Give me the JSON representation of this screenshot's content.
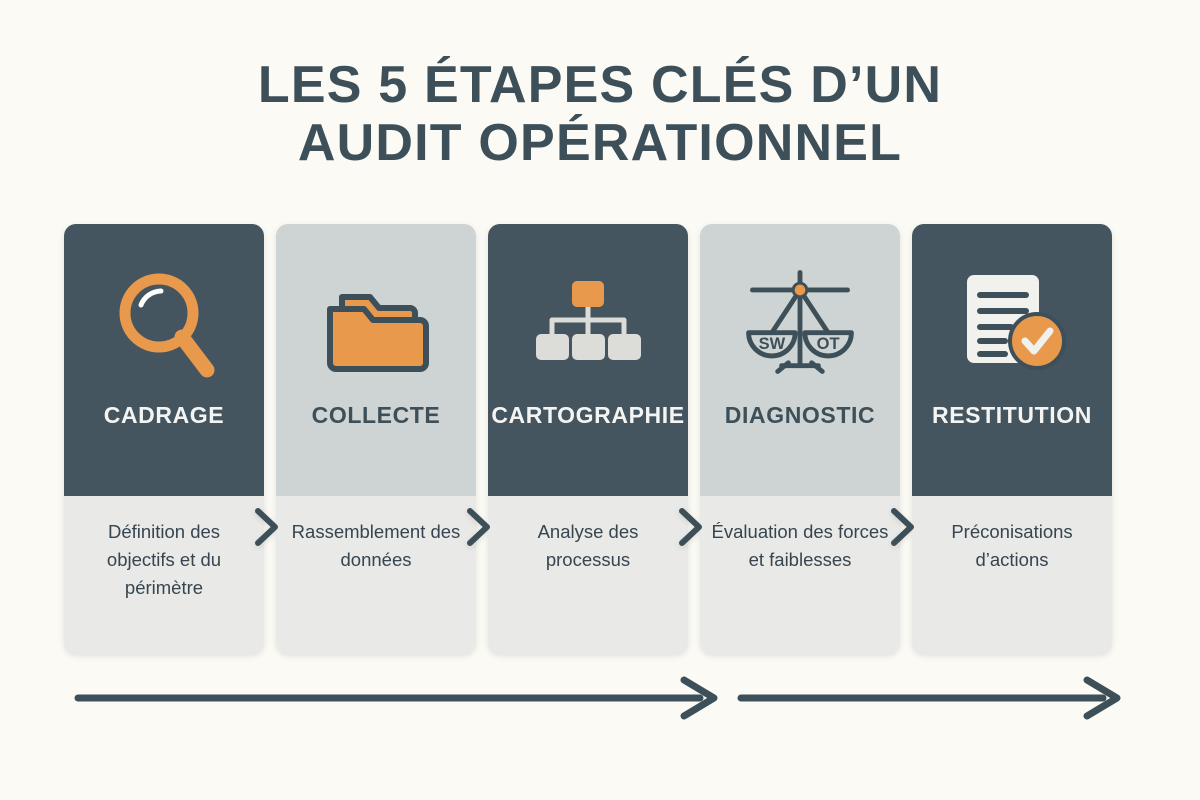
{
  "page": {
    "background_color": "#fbfaf5",
    "dark_color": "#445560",
    "light_color": "#ced4d4",
    "panel_color": "#e9e9e7",
    "accent_color": "#e8994c",
    "text_dark": "#3d4f58"
  },
  "title": {
    "line1": "LES 5 ÉTAPES CLÉS D’UN",
    "line2": "AUDIT OPÉRATIONNEL"
  },
  "steps": [
    {
      "label": "CADRAGE",
      "description": "Définition des objectifs et du périmètre",
      "icon": "magnifying-glass-icon",
      "theme": "dark"
    },
    {
      "label": "COLLECTE",
      "description": "Rassemblement des données",
      "icon": "folder-icon",
      "theme": "light"
    },
    {
      "label": "CARTOGRAPHIE",
      "description": "Analyse des processus",
      "icon": "org-chart-icon",
      "theme": "dark"
    },
    {
      "label": "DIAGNOSTIC",
      "description": "Évaluation des forces et faiblesses",
      "icon": "balance-scale-icon",
      "theme": "light",
      "scale_left_label": "SW",
      "scale_right_label": "OT"
    },
    {
      "label": "RESTITUTION",
      "description": "Préconisations d’actions",
      "icon": "document-check-icon",
      "theme": "dark"
    }
  ],
  "separators": {
    "chevron": "chevron-right-icon",
    "count": 4
  },
  "flow_arrows": [
    {
      "name": "flow-arrow-left",
      "direction": "right",
      "length": 640
    },
    {
      "name": "flow-arrow-right",
      "direction": "right",
      "length": 380
    }
  ]
}
